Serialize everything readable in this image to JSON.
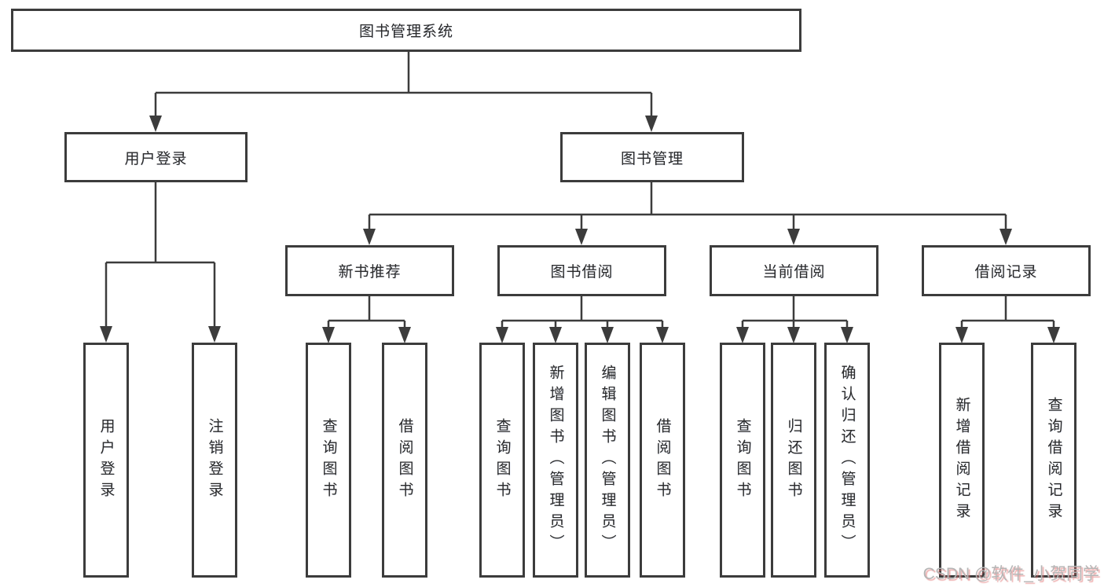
{
  "tree": {
    "label": "图书管理系统",
    "children": [
      {
        "label": "用户登录",
        "children": [
          {
            "label": "用户登录"
          },
          {
            "label": "注销登录"
          }
        ]
      },
      {
        "label": "图书管理",
        "children": [
          {
            "label": "新书推荐",
            "children": [
              {
                "label": "查询图书"
              },
              {
                "label": "借阅图书"
              }
            ]
          },
          {
            "label": "图书借阅",
            "children": [
              {
                "label": "查询图书"
              },
              {
                "label": "新增图书（管理员）"
              },
              {
                "label": "编辑图书（管理员）"
              },
              {
                "label": "借阅图书"
              }
            ]
          },
          {
            "label": "当前借阅",
            "children": [
              {
                "label": "查询图书"
              },
              {
                "label": "归还图书"
              },
              {
                "label": "确认归还（管理员）"
              }
            ]
          },
          {
            "label": "借阅记录",
            "children": [
              {
                "label": "新增借阅记录"
              },
              {
                "label": "查询借阅记录"
              }
            ]
          }
        ]
      }
    ]
  },
  "watermark": {
    "text": "CSDN @软件_小贺同学"
  },
  "colors": {
    "line": "#3c3c3c",
    "text": "#2a2a2a",
    "background": "#ffffff",
    "watermark": "#b5b5b5",
    "watermark_shadow": "#e06c6c"
  }
}
